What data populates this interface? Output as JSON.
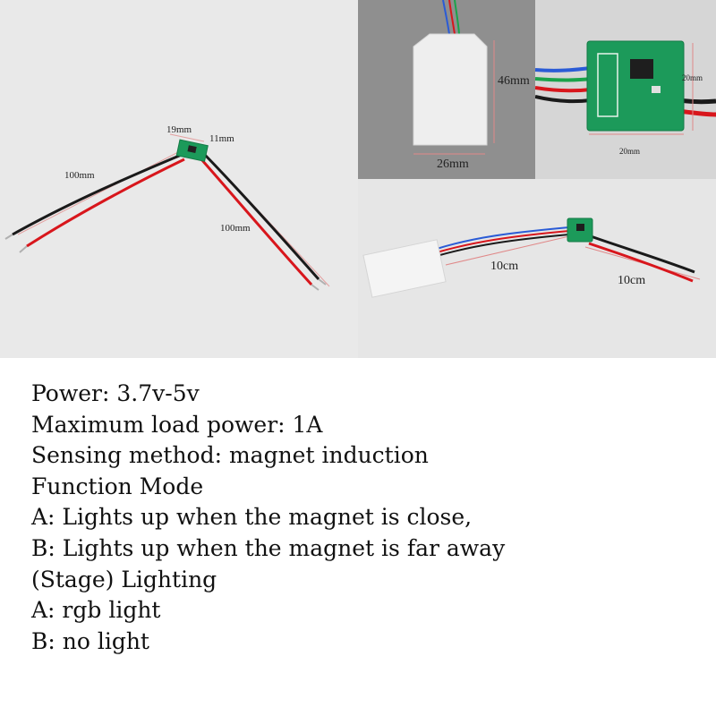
{
  "photos": {
    "board": {
      "labels": {
        "width": "19mm",
        "height": "11mm",
        "wire_left": "100mm",
        "wire_right": "100mm"
      }
    },
    "panel": {
      "labels": {
        "height": "46mm",
        "width": "26mm"
      }
    },
    "pcb": {
      "labels": {
        "right": "20mm",
        "bottom": "20mm"
      }
    },
    "assembly": {
      "labels": {
        "left": "10cm",
        "right": "10cm"
      }
    }
  },
  "specs": [
    "Power: 3.7v-5v",
    "Maximum load power: 1A",
    "Sensing method: magnet induction",
    "Function Mode",
    "A: Lights up when the magnet is close,",
    "B: Lights up when the magnet is far away",
    "(Stage) Lighting",
    "A: rgb light",
    "B: no light"
  ],
  "colors": {
    "wire_red": "#d8161c",
    "wire_black": "#1a1a1a",
    "pcb_green": "#1c9a5a",
    "dim_line": "#e08888"
  }
}
